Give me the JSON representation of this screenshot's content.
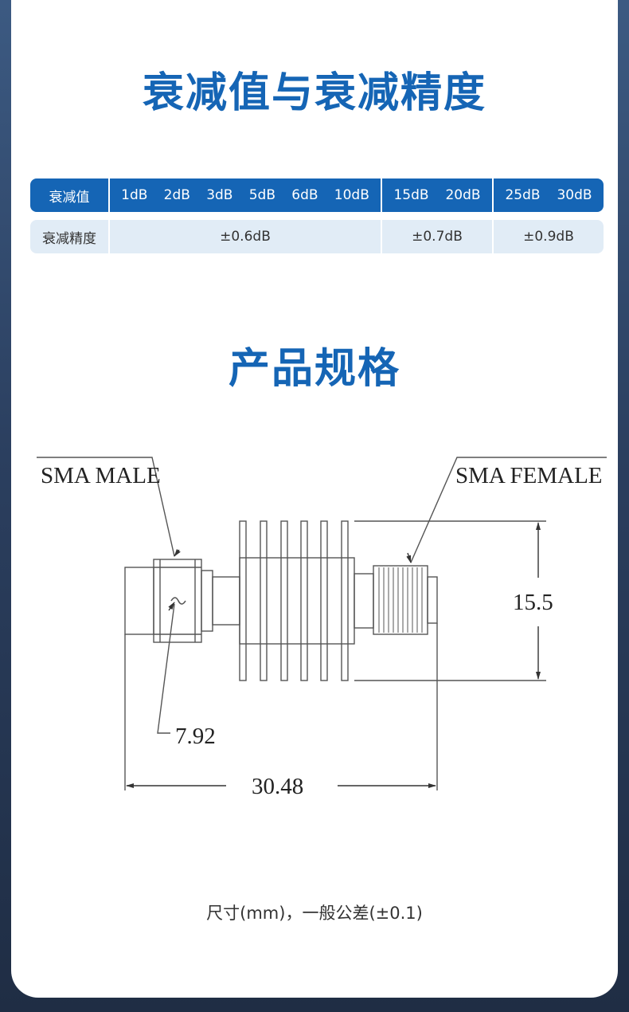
{
  "title_attenuation": "衰减值与衰减精度",
  "title_spec": "产品规格",
  "table": {
    "header_label": "衰减值",
    "accuracy_label": "衰减精度",
    "groups": [
      {
        "values": [
          "1dB",
          "2dB",
          "3dB",
          "5dB",
          "6dB",
          "10dB"
        ],
        "accuracy": "±0.6dB"
      },
      {
        "values": [
          "15dB",
          "20dB"
        ],
        "accuracy": "±0.7dB"
      },
      {
        "values": [
          "25dB",
          "30dB"
        ],
        "accuracy": "±0.9dB"
      }
    ]
  },
  "drawing": {
    "label_male": "SMA MALE",
    "label_female": "SMA FEMALE",
    "dim_height": "15.5",
    "dim_hex": "7.92",
    "dim_length": "30.48"
  },
  "note": "尺寸(mm)，一般公差(±0.1)",
  "colors": {
    "brand_blue": "#1565b5",
    "row_light": "#e1ecf6",
    "line": "#555555"
  }
}
